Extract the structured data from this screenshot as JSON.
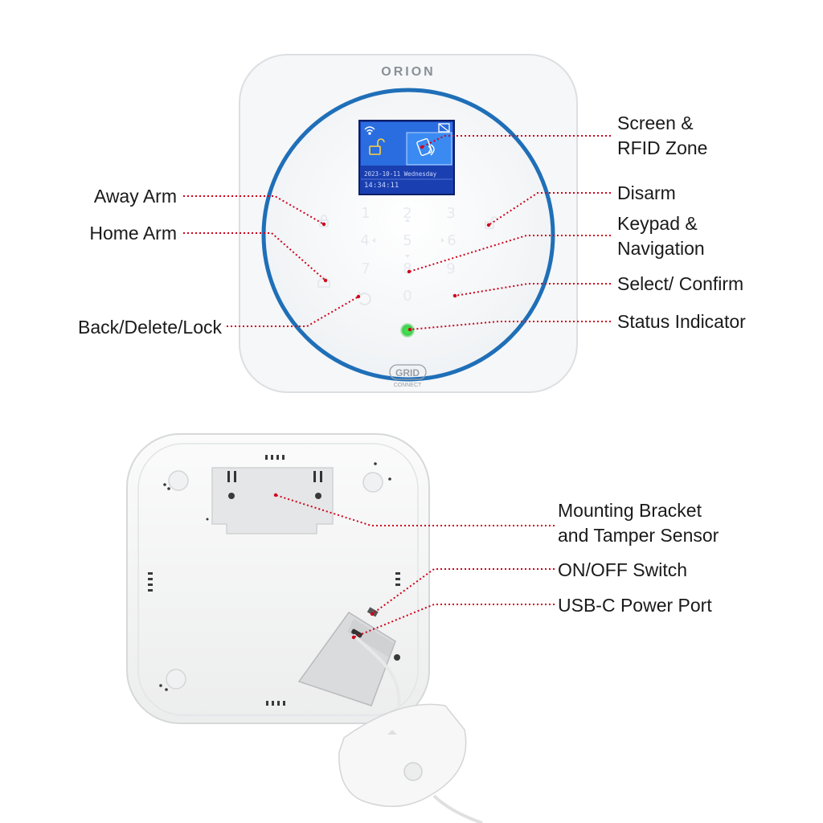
{
  "front": {
    "brand": "ORION",
    "logo_main": "GRID",
    "logo_sub": "CONNECT",
    "screen": {
      "date_line": "2023-10-11 Wednesday",
      "time_line": "14:34:11",
      "icons": [
        "wifi-icon",
        "no-sim-icon",
        "unlock-icon",
        "rfid-card-icon"
      ]
    },
    "keypad": {
      "keys": [
        "1",
        "2",
        "3",
        "4",
        "5",
        "6",
        "7",
        "8",
        "9",
        "0"
      ],
      "function_icons": [
        "away-arm-icon",
        "disarm-icon",
        "home-arm-icon",
        "back-icon",
        "confirm-icon"
      ]
    },
    "status_led_color": "#2ecc40",
    "ring_color": "#1f6fb8"
  },
  "callouts": {
    "away_arm": "Away Arm",
    "home_arm": "Home Arm",
    "back_delete_lock": "Back/Delete/Lock",
    "screen_rfid": [
      "Screen &",
      "RFID Zone"
    ],
    "disarm": "Disarm",
    "keypad_nav": [
      "Keypad &",
      "Navigation"
    ],
    "select_confirm": "Select/ Confirm",
    "status_indicator": "Status Indicator",
    "mounting_bracket": [
      "Mounting Bracket",
      "and Tamper Sensor"
    ],
    "on_off_switch": "ON/OFF Switch",
    "usb_c_port": "USB-C Power Port"
  },
  "colors": {
    "leader_line": "#d0021b",
    "device_body": "#f4f5f6",
    "screen_bg": "#1a3fb0"
  }
}
